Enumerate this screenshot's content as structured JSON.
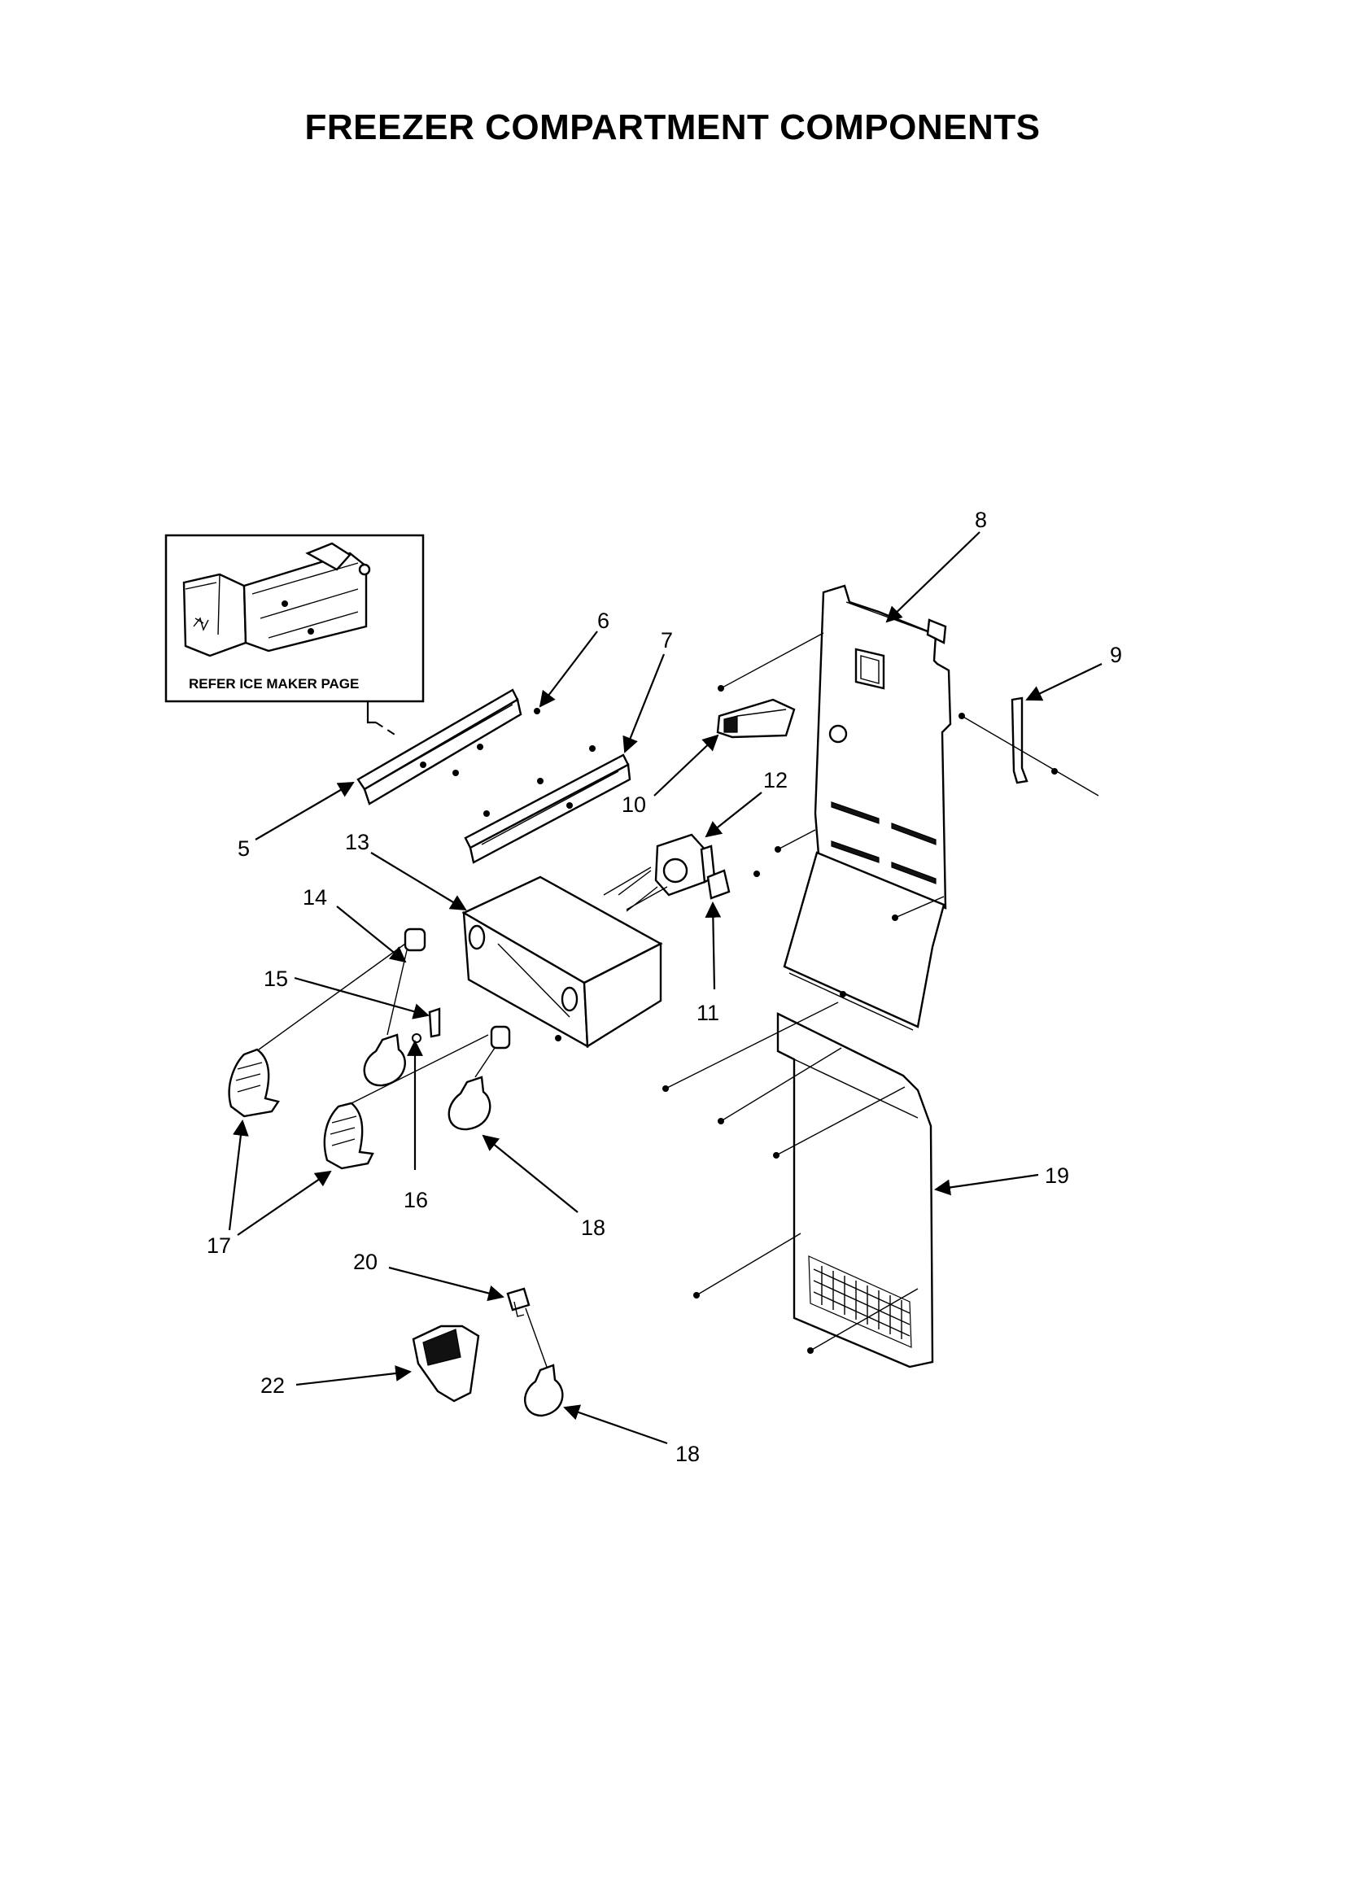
{
  "title": "FREEZER COMPARTMENT COMPONENTS",
  "ice_maker_box": {
    "label": "REFER ICE MAKER PAGE"
  },
  "callouts": {
    "c5": "5",
    "c6": "6",
    "c7": "7",
    "c8": "8",
    "c9": "9",
    "c10": "10",
    "c11": "11",
    "c12": "12",
    "c13": "13",
    "c14": "14",
    "c15": "15",
    "c16": "16",
    "c17": "17",
    "c18a": "18",
    "c18b": "18",
    "c19": "19",
    "c20": "20",
    "c22": "22"
  }
}
